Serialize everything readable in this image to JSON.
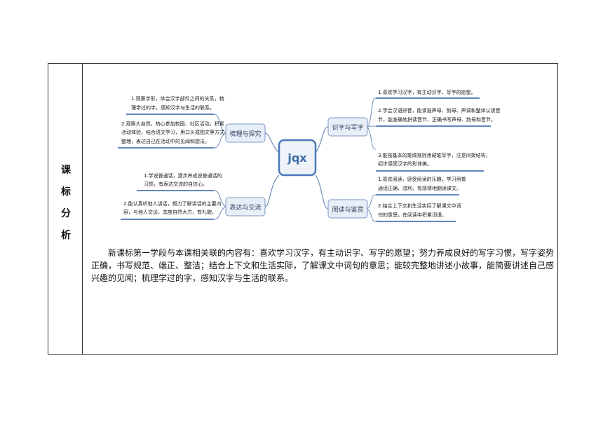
{
  "side_label": [
    "课",
    "标",
    "分",
    "析"
  ],
  "mindmap": {
    "center": "jqx",
    "branches": {
      "shuli": "梳理与探究",
      "biaoda": "表达与交流",
      "shizi": "识字与写字",
      "yuedu": "阅读与鉴赏"
    },
    "notes": {
      "shuli_1a": "1.观察字形，体会汉字部件之间的关系，梳",
      "shuli_1b": "理学过的字，感知汉字与生活的联系。",
      "shuli_2a": "2.观察大自然，热心参加校园、社区活动，积累",
      "shuli_2b": "活动体验，结合语文学习，用口头或图文等方式",
      "shuli_2c": "整理，表达自己在活动中的见闻和想法。",
      "biaoda_1a": "1.学说普通话，逐步养成说普通话的",
      "biaoda_1b": "习惯，有表达交流的自信心。",
      "biaoda_2a": "2.能认真听他人讲话，努力了解讲话的主要内",
      "biaoda_2b": "容，与他人交谈，态度自然大方，有礼貌。",
      "shizi_1": "1.喜欢学习汉字，有主动识字、写字的愿望。",
      "shizi_2a": "2.学会汉语拼音，能读准声母、韵母、声调和整体认读音",
      "shizi_2b": "节，能准确地拼读音节，正确书写声母、韵母和音节。",
      "shizi_3a": "3.能按基本的笔顺规则用硬笔写字，注意间架结构，",
      "shizi_3b": "初步感受汉字的形体美。",
      "yuedu_1a": "1.喜欢阅读，感受阅读的乐趣。学习用普",
      "yuedu_1b": "通话正确、流利、有感情地朗读课文。",
      "yuedu_2a": "2.结合上下文和生活实际了解课文中词",
      "yuedu_2b": "句的意思，在阅读中积累词语。"
    }
  },
  "paragraph": "新课标第一学段与本课相关联的内容有：喜欢学习汉字，有主动识字、写字的愿望；努力养成良好的写字习惯，写字姿势正确，书写规范、端正、整洁；结合上下文和生活实际，了解课文中词句的意思；能较完整地讲述小故事，能简要讲述自己感兴趣的见闻；梳理学过的字，感知汉字与生活的联系。"
}
